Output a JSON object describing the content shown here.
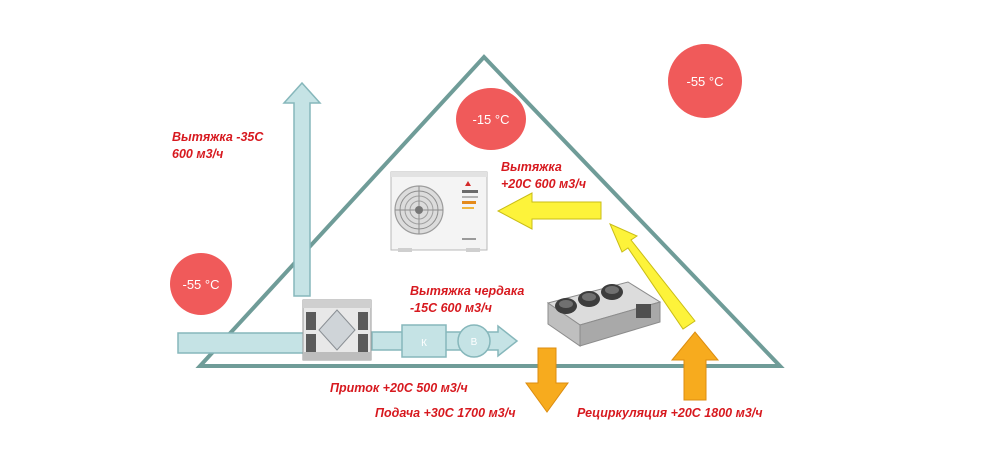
{
  "temperatures": {
    "outside_left": "-55 °C",
    "outside_right": "-55 °C",
    "attic": "-15 °C"
  },
  "labels": {
    "exhaust_outdoor": [
      "Вытяжка -35С",
      "600 м3/ч"
    ],
    "exhaust_indoor": [
      "Вытяжка",
      "+20С 600 м3/ч"
    ],
    "exhaust_attic": [
      "Вытяжка чердака",
      "-15С 600 м3/ч"
    ],
    "inflow": "Приток +20С 500 м3/ч",
    "supply": "Подача +30С 1700 м3/ч",
    "recirculation": "Рециркуляция +20С 1800 м3/ч"
  },
  "duct": {
    "heater_letter": "К",
    "fan_letter": "В"
  },
  "colors": {
    "roof": "#6f9c98",
    "duct_fill": "#c5e3e5",
    "duct_stroke": "#86b7bb",
    "temp_circle": "#f05a5a",
    "yellow_arrow": "#fdf33a",
    "orange_arrow": "#f7ab1e",
    "label_text": "#d7191f"
  },
  "icons": {
    "outdoor_unit": "air-conditioner-outdoor-unit-icon",
    "heat_recovery": "heat-recovery-ventilator-icon",
    "duct_unit": "ducted-indoor-unit-icon"
  }
}
